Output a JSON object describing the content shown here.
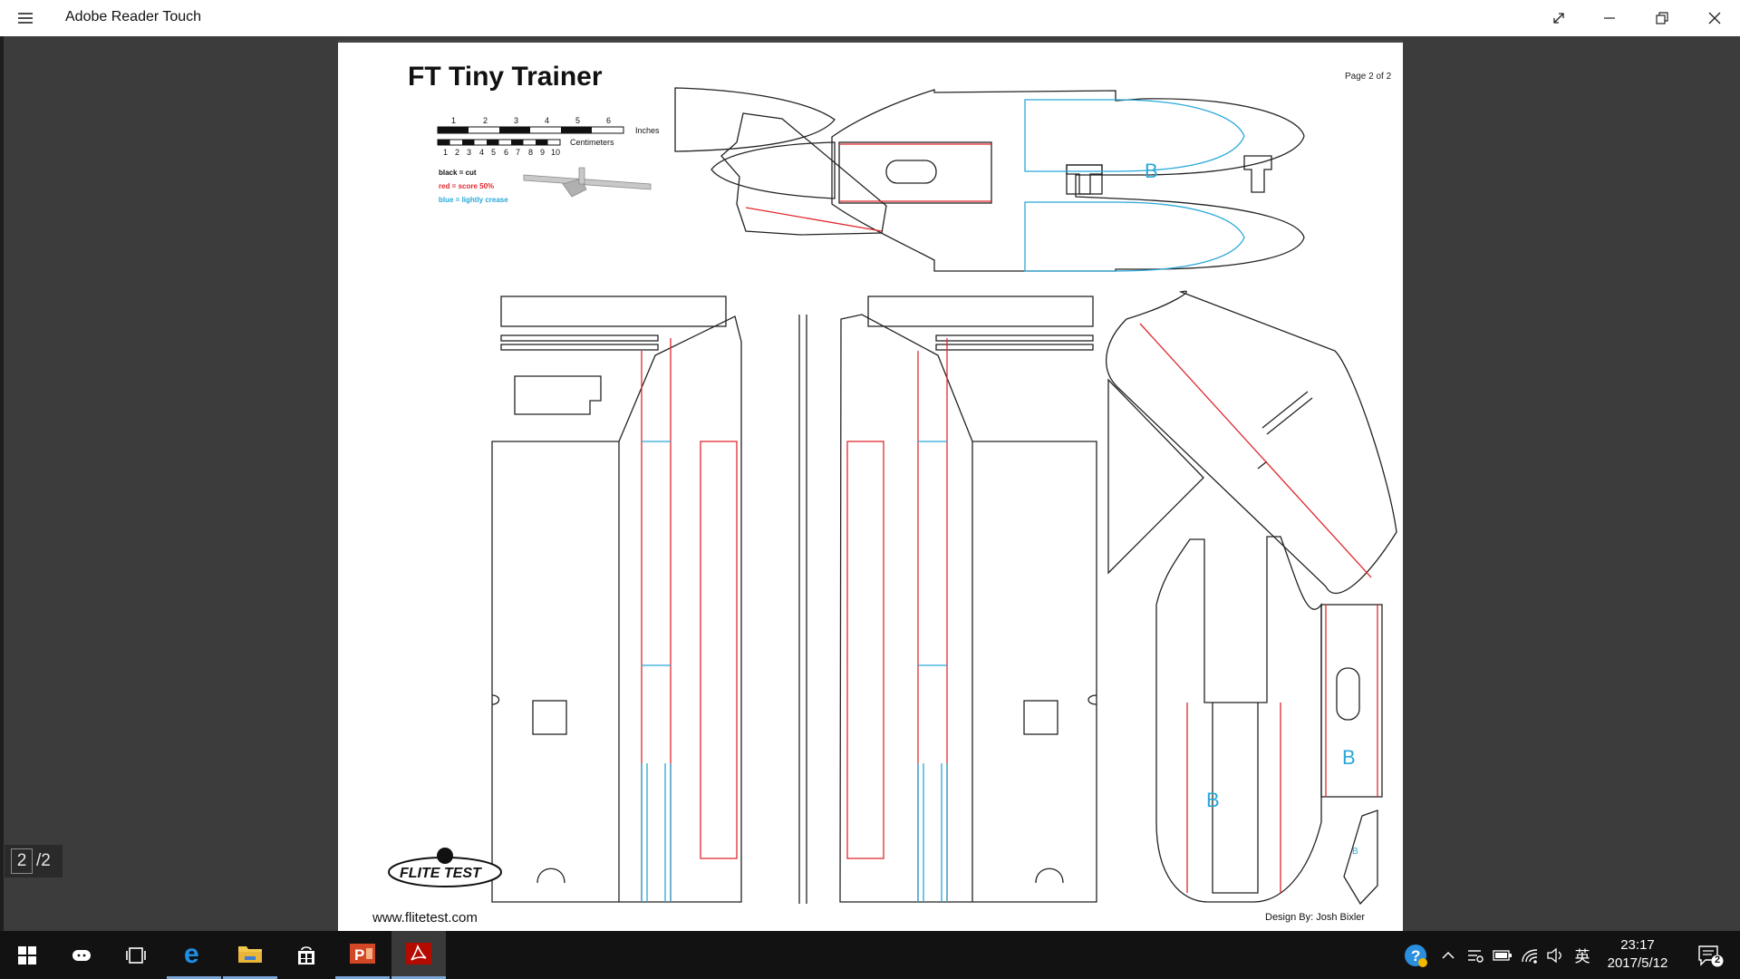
{
  "window": {
    "title": "Adobe Reader Touch",
    "controls": [
      "fullscreen",
      "minimize",
      "restore",
      "close"
    ]
  },
  "document": {
    "title": "FT Tiny Trainer",
    "page_label": "Page 2 of 2",
    "scale": {
      "inches_label": "Inches",
      "inch_ticks": [
        "1",
        "2",
        "3",
        "4",
        "5",
        "6"
      ],
      "cm_label": "Centimeters",
      "cm_ticks": [
        "1",
        "2",
        "3",
        "4",
        "5",
        "6",
        "7",
        "8",
        "9",
        "10"
      ]
    },
    "legend": {
      "black": "black = cut",
      "red": "red = score 50%",
      "blue": "blue = lightly crease"
    },
    "logo_text": "FLITE TEST",
    "website": "www.flitetest.com",
    "designer": "Design By: Josh Bixler",
    "part_marks": [
      "B",
      "B",
      "B",
      "B"
    ],
    "colors": {
      "cut": "#222222",
      "score": "#e0282e",
      "crease": "#29a8d8"
    }
  },
  "pager": {
    "current": "2",
    "total": "/2"
  },
  "taskbar": {
    "apps": [
      {
        "name": "start",
        "icon": "windows-logo-icon"
      },
      {
        "name": "cortana",
        "icon": "cortana-icon"
      },
      {
        "name": "task-view",
        "icon": "task-view-icon"
      },
      {
        "name": "edge",
        "icon": "edge-icon"
      },
      {
        "name": "file-explorer",
        "icon": "folder-icon"
      },
      {
        "name": "store",
        "icon": "store-icon"
      },
      {
        "name": "powerpoint",
        "icon": "powerpoint-icon"
      },
      {
        "name": "adobe-reader",
        "icon": "adobe-reader-icon"
      }
    ],
    "tray": {
      "ime": "英",
      "time": "23:17",
      "date": "2017/5/12",
      "notifications": "2"
    }
  }
}
